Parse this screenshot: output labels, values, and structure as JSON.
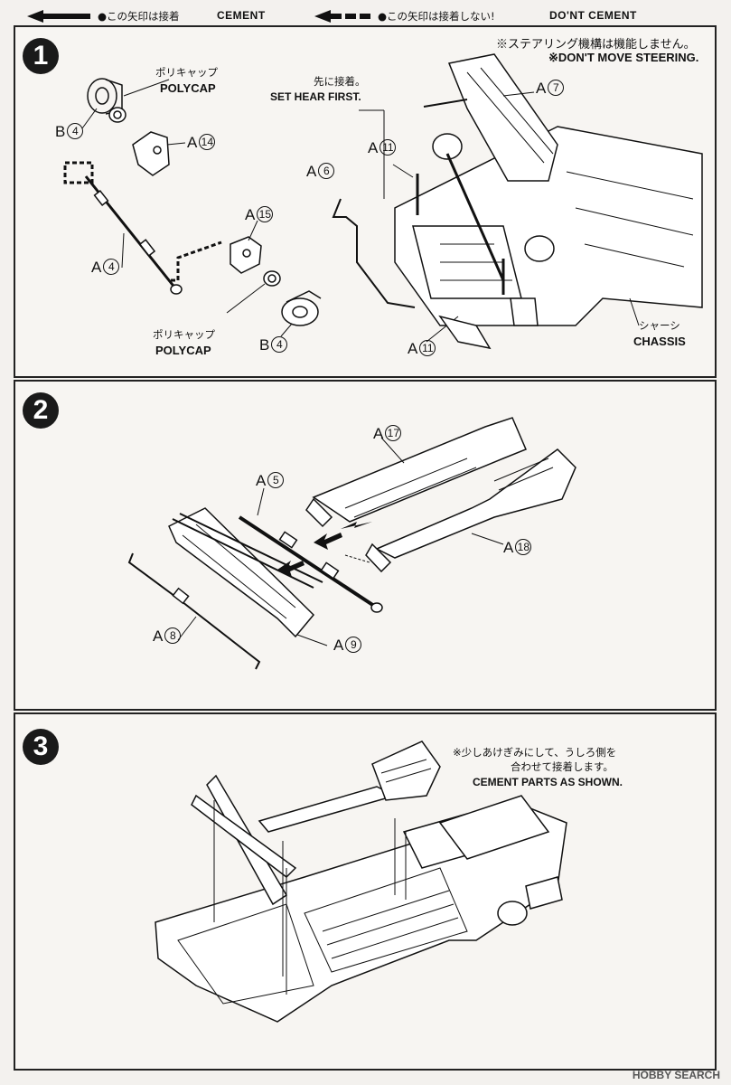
{
  "legend": {
    "cement_jp": "●この矢印は接着",
    "cement_en": "CEMENT",
    "dont_cement_jp": "●この矢印は接着しない!",
    "dont_cement_en": "DO'NT CEMENT"
  },
  "step1": {
    "number": "1",
    "note_jp": "※ステアリング機構は機能しません。",
    "note_en": "※DON'T MOVE STEERING.",
    "set_jp": "先に接着。",
    "set_en": "SET HEAR FIRST.",
    "polycap_top_jp": "ポリキャップ",
    "polycap_top_en": "POLYCAP",
    "polycap_bottom_jp": "ポリキャップ",
    "polycap_bottom_en": "POLYCAP",
    "chassis_jp": "シャーシ",
    "chassis_en": "CHASSIS",
    "parts": {
      "b4_top": {
        "letter": "B",
        "num": "4"
      },
      "a14": {
        "letter": "A",
        "num": "14"
      },
      "a4": {
        "letter": "A",
        "num": "4"
      },
      "a15": {
        "letter": "A",
        "num": "15"
      },
      "b4_bottom": {
        "letter": "B",
        "num": "4"
      },
      "a6": {
        "letter": "A",
        "num": "6"
      },
      "a11_top": {
        "letter": "A",
        "num": "11"
      },
      "a7": {
        "letter": "A",
        "num": "7"
      },
      "a11_bottom": {
        "letter": "A",
        "num": "11"
      }
    }
  },
  "step2": {
    "number": "2",
    "parts": {
      "a17": {
        "letter": "A",
        "num": "17"
      },
      "a5": {
        "letter": "A",
        "num": "5"
      },
      "a18": {
        "letter": "A",
        "num": "18"
      },
      "a8": {
        "letter": "A",
        "num": "8"
      },
      "a9": {
        "letter": "A",
        "num": "9"
      }
    }
  },
  "step3": {
    "number": "3",
    "note_jp_1": "※少しあけぎみにして、うしろ側を",
    "note_jp_2": "合わせて接着します。",
    "note_en": "CEMENT PARTS AS SHOWN."
  },
  "watermark": "HOBBY SEARCH"
}
